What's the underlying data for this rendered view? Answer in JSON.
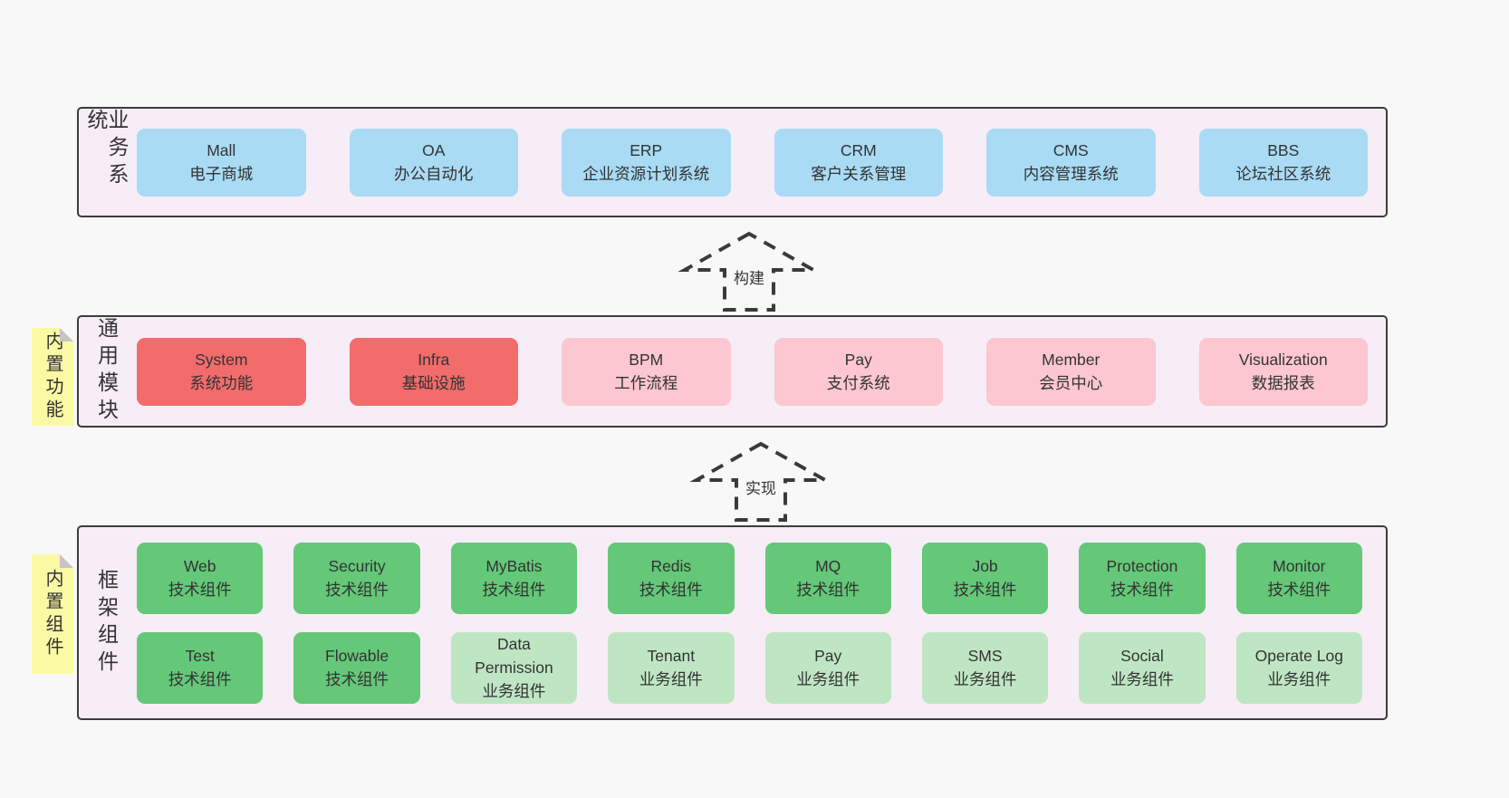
{
  "diagram": {
    "arrows": [
      {
        "label": "构建"
      },
      {
        "label": "实现"
      }
    ],
    "layers": {
      "business": {
        "side_label": "业务系统",
        "items": [
          {
            "name": "Mall",
            "desc": "电子商城"
          },
          {
            "name": "OA",
            "desc": "办公自动化"
          },
          {
            "name": "ERP",
            "desc": "企业资源计划系统"
          },
          {
            "name": "CRM",
            "desc": "客户关系管理"
          },
          {
            "name": "CMS",
            "desc": "内容管理系统"
          },
          {
            "name": "BBS",
            "desc": "论坛社区系统"
          }
        ]
      },
      "modules": {
        "sticky": "内置功能",
        "side_label": "通用模块",
        "items": [
          {
            "name": "System",
            "desc": "系统功能"
          },
          {
            "name": "Infra",
            "desc": "基础设施"
          },
          {
            "name": "BPM",
            "desc": "工作流程"
          },
          {
            "name": "Pay",
            "desc": "支付系统"
          },
          {
            "name": "Member",
            "desc": "会员中心"
          },
          {
            "name": "Visualization",
            "desc": "数据报表"
          }
        ]
      },
      "components": {
        "sticky": "内置组件",
        "side_label": "框架组件",
        "row1": [
          {
            "name": "Web",
            "desc": "技术组件"
          },
          {
            "name": "Security",
            "desc": "技术组件"
          },
          {
            "name": "MyBatis",
            "desc": "技术组件"
          },
          {
            "name": "Redis",
            "desc": "技术组件"
          },
          {
            "name": "MQ",
            "desc": "技术组件"
          },
          {
            "name": "Job",
            "desc": "技术组件"
          },
          {
            "name": "Protection",
            "desc": "技术组件"
          },
          {
            "name": "Monitor",
            "desc": "技术组件"
          }
        ],
        "row2": [
          {
            "name": "Test",
            "desc": "技术组件"
          },
          {
            "name": "Flowable",
            "desc": "技术组件"
          },
          {
            "name": "Data\nPermission",
            "desc": "业务组件"
          },
          {
            "name": "Tenant",
            "desc": "业务组件"
          },
          {
            "name": "Pay",
            "desc": "业务组件"
          },
          {
            "name": "SMS",
            "desc": "业务组件"
          },
          {
            "name": "Social",
            "desc": "业务组件"
          },
          {
            "name": "Operate Log",
            "desc": "业务组件"
          }
        ]
      }
    },
    "colors": {
      "page_bg": "#f8f8f8",
      "panel_bg": "#f7edf6",
      "panel_border": "#3c3c3c",
      "blue": "#a9dbf5",
      "red": "#f26c6c",
      "pink": "#fcc7d0",
      "green": "#64c878",
      "light_green": "#bfe6c3",
      "sticky_yellow": "#fafaa5",
      "text": "#333333"
    }
  }
}
